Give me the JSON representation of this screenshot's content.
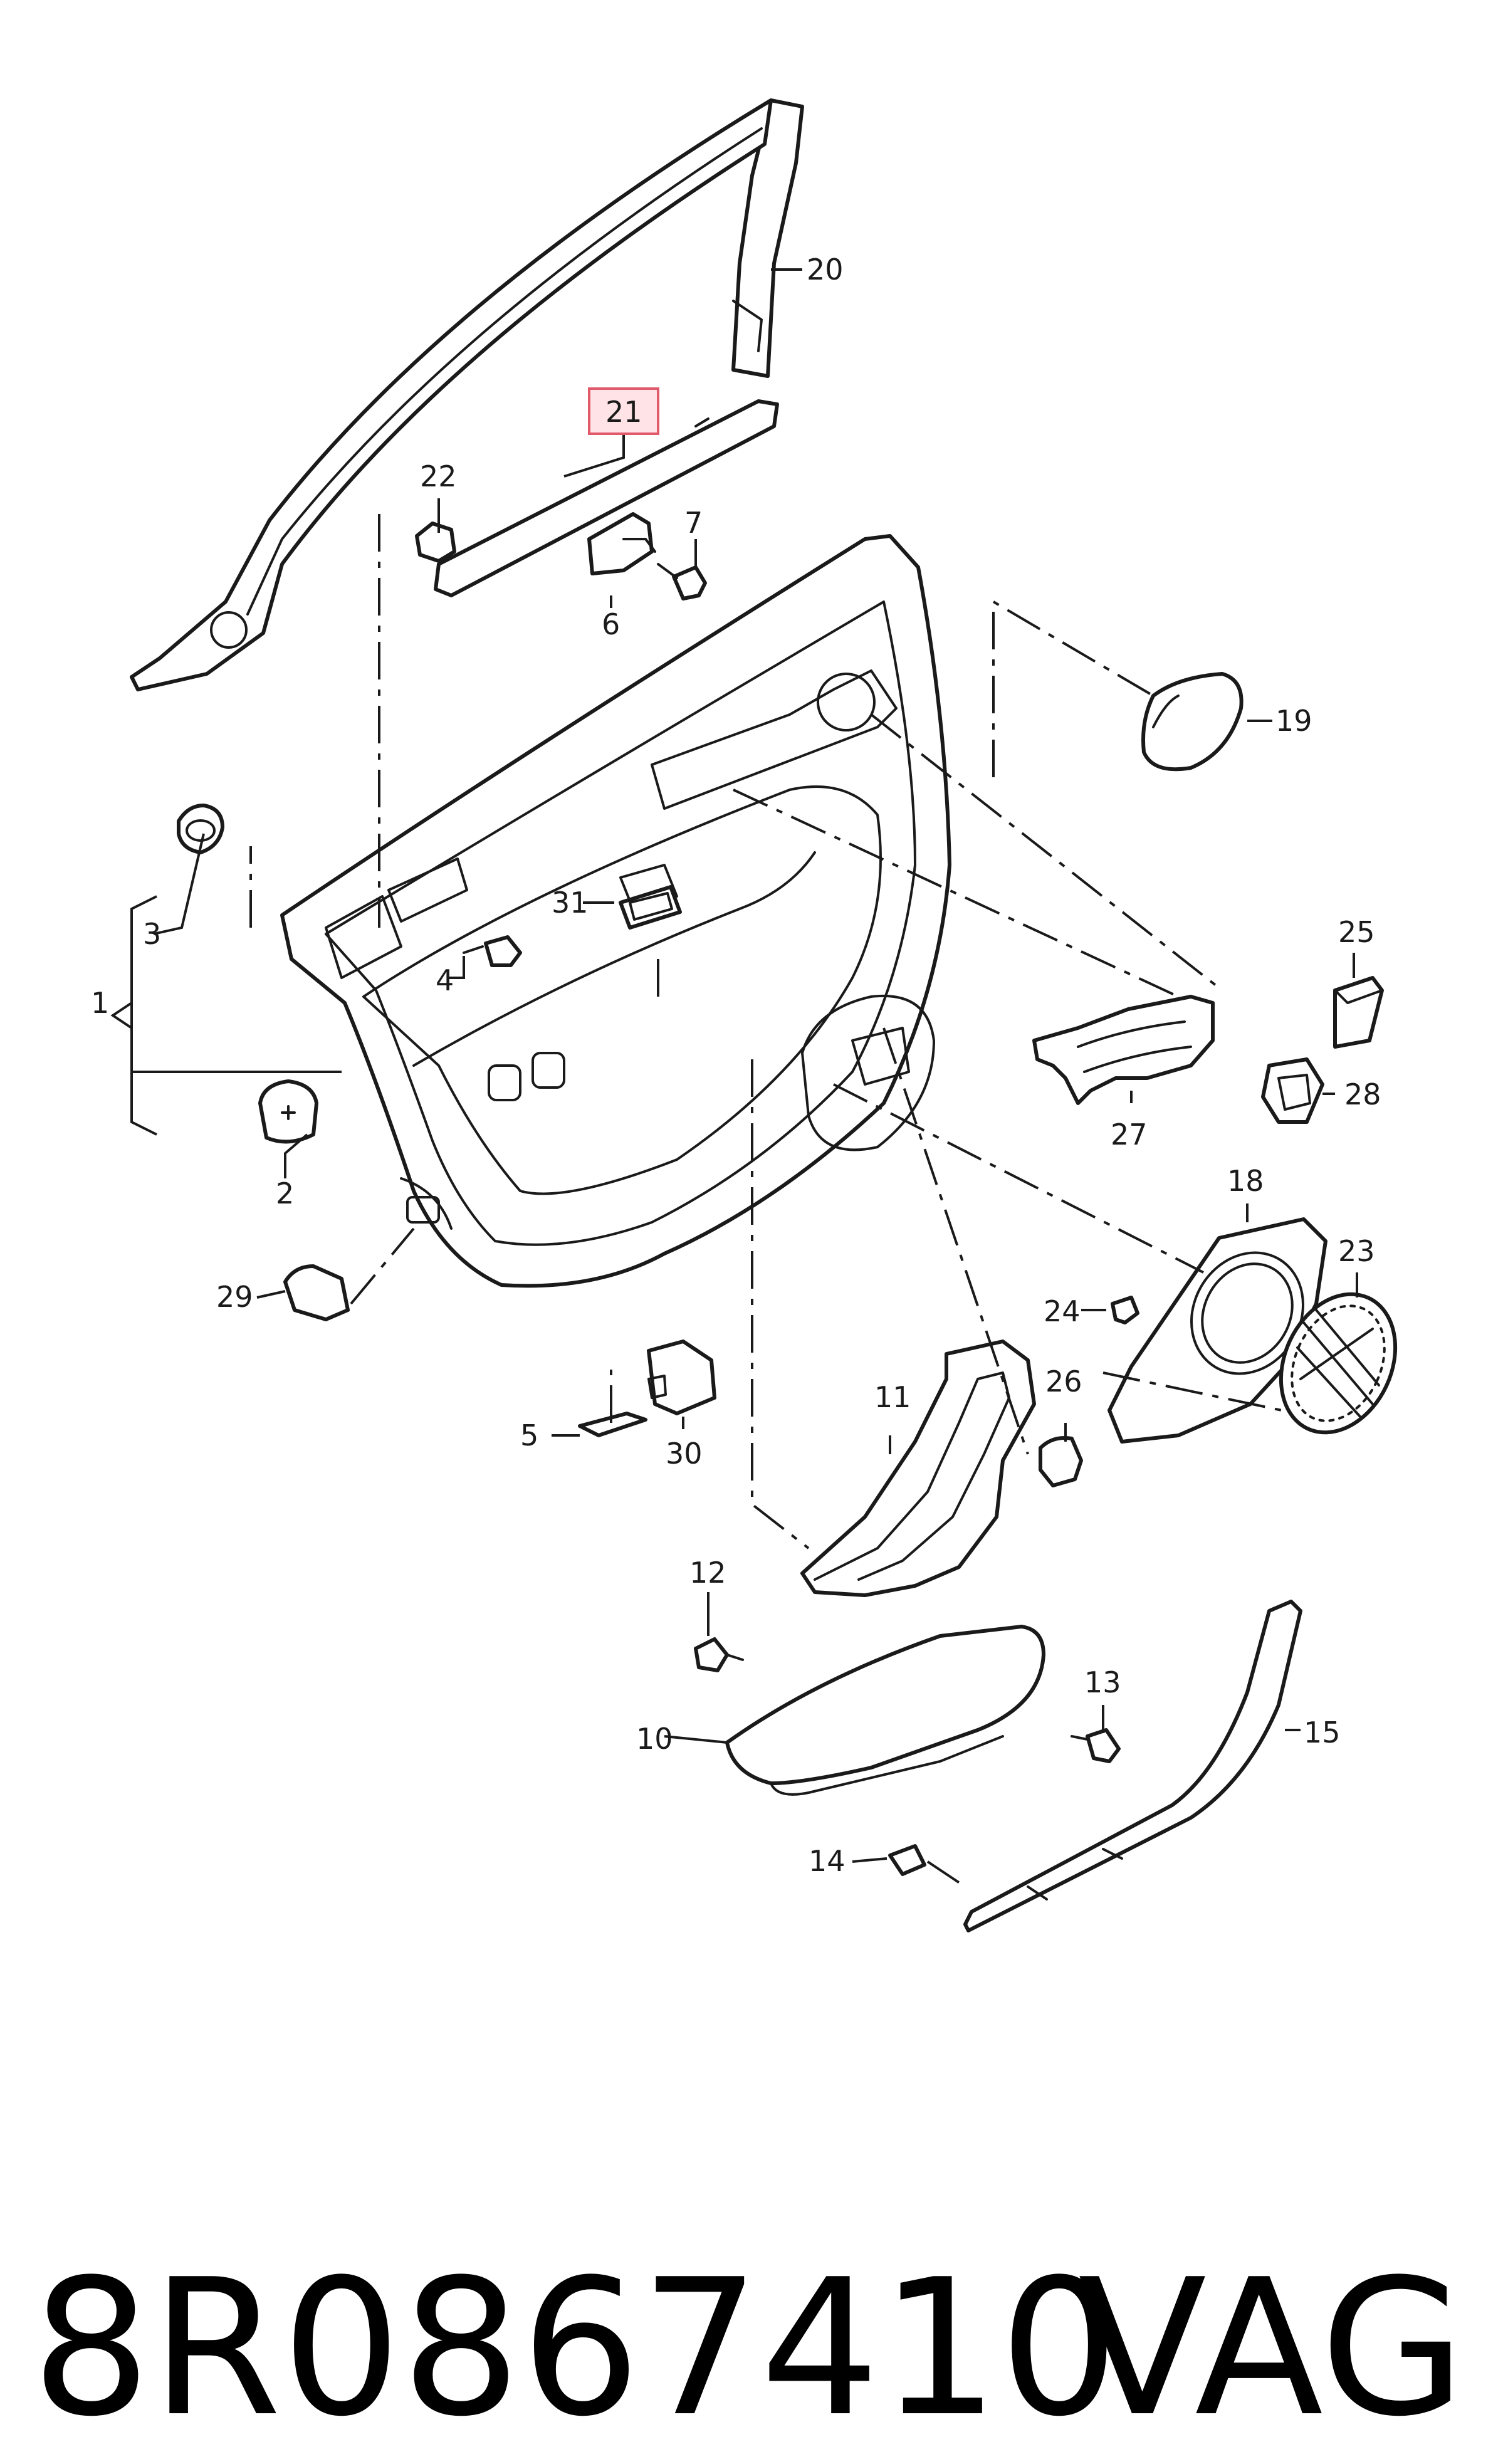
{
  "callouts": {
    "c1": "1",
    "c2": "2",
    "c3": "3",
    "c4": "4",
    "c5": "5",
    "c6": "6",
    "c7": "7",
    "c10": "10",
    "c11": "11",
    "c12": "12",
    "c13": "13",
    "c14": "14",
    "c15": "15",
    "c18": "18",
    "c19": "19",
    "c20": "20",
    "c21": "21",
    "c22": "22",
    "c23": "23",
    "c24": "24",
    "c25": "25",
    "c26": "26",
    "c27": "27",
    "c28": "28",
    "c29": "29",
    "c30": "30",
    "c31": "31"
  },
  "highlighted_callout": "21",
  "highlight_color": "#ffe3e6",
  "footer": {
    "part_number": "8R0867410",
    "brand": "VAG"
  }
}
